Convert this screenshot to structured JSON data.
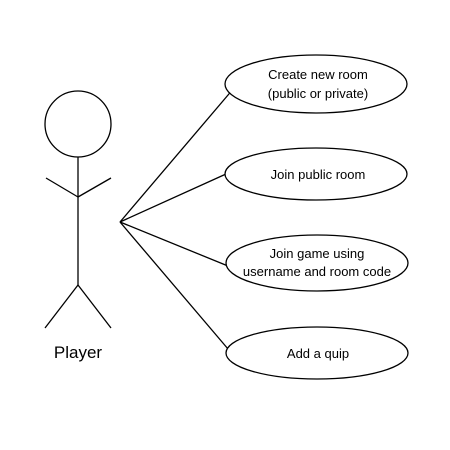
{
  "actor": {
    "name": "Player"
  },
  "use_cases": [
    {
      "id": "uc1",
      "lines": [
        "Create new room",
        "(public or private)"
      ]
    },
    {
      "id": "uc2",
      "lines": [
        "Join public room"
      ]
    },
    {
      "id": "uc3",
      "lines": [
        "Join game using",
        "username and room code"
      ]
    },
    {
      "id": "uc4",
      "lines": [
        "Add a quip"
      ]
    }
  ],
  "colors": {
    "stroke": "#000000",
    "background": "#ffffff"
  }
}
